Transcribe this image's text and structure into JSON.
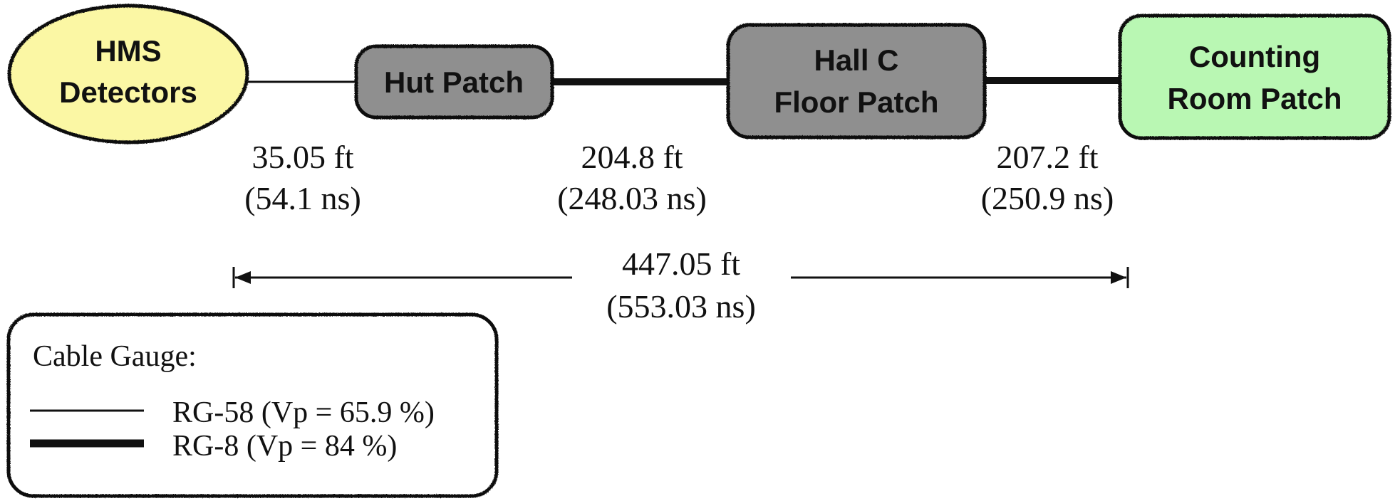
{
  "nodes": {
    "hms": {
      "line1": "HMS",
      "line2": "Detectors",
      "fill": "#fbf7a4"
    },
    "hut": {
      "label": "Hut Patch",
      "fill": "#8f8f8f"
    },
    "hallc": {
      "line1": "Hall C",
      "line2": "Floor Patch",
      "fill": "#8f8f8f"
    },
    "counting": {
      "line1": "Counting",
      "line2": "Room Patch",
      "fill": "#b9f7b3"
    }
  },
  "segments": [
    {
      "length": "35.05 ft",
      "delay": "(54.1 ns)",
      "cable": "RG-58"
    },
    {
      "length": "204.8 ft",
      "delay": "(248.03 ns)",
      "cable": "RG-8"
    },
    {
      "length": "207.2 ft",
      "delay": "(250.9 ns)",
      "cable": "RG-8"
    }
  ],
  "total": {
    "length": "447.05 ft",
    "delay": "(553.03 ns)"
  },
  "legend": {
    "title": "Cable Gauge:",
    "items": [
      {
        "label": "RG-58 (Vp = 65.9 %)",
        "style": "thin"
      },
      {
        "label": "RG-8 (Vp = 84 %)",
        "style": "thick"
      }
    ]
  }
}
